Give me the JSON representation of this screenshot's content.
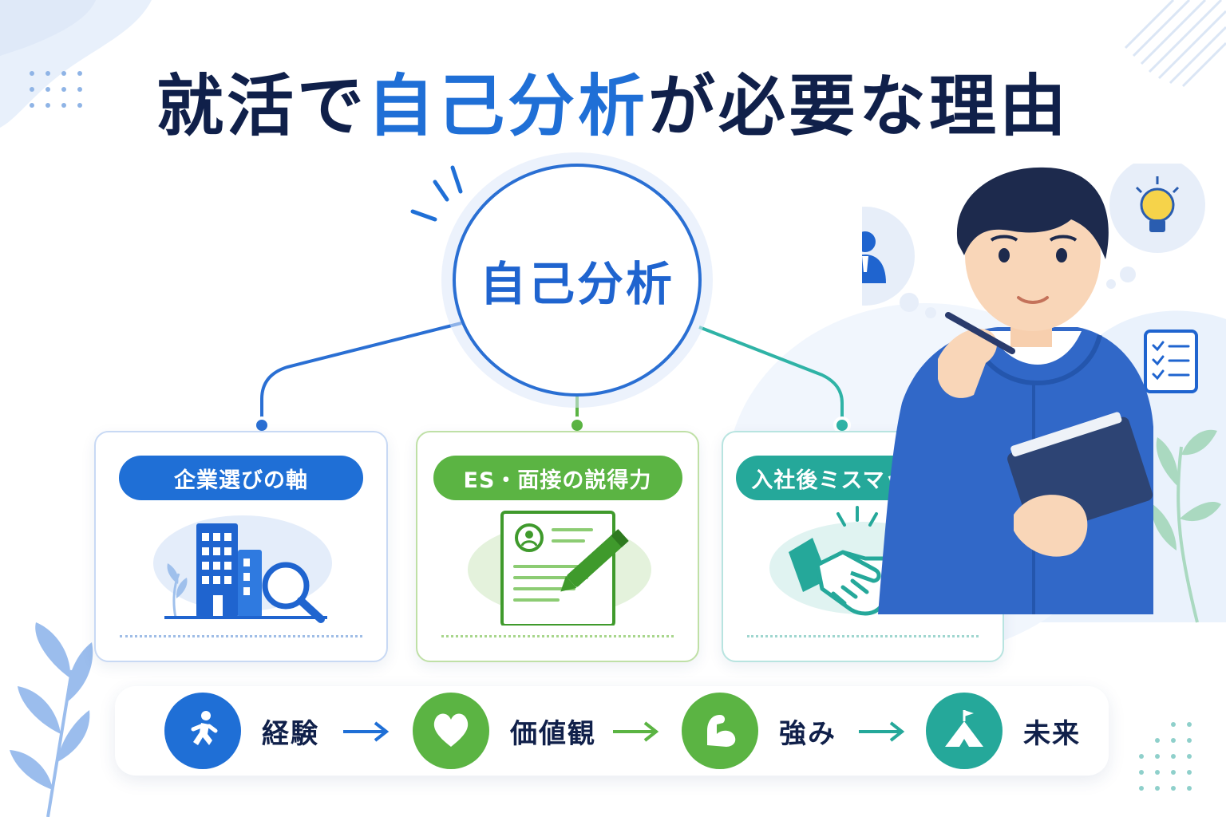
{
  "title": {
    "part1": "就活で",
    "highlight": "自己分析",
    "part2": "が必要な理由"
  },
  "center": {
    "label": "自己分析"
  },
  "cards": [
    {
      "label": "企業選びの軸",
      "icon": "building-search-icon",
      "color": "#1f6fd6"
    },
    {
      "label": "ES・面接の説得力",
      "icon": "resume-pen-icon",
      "color": "#5bb443"
    },
    {
      "label": "入社後ミスマッチ防止",
      "icon": "handshake-icon",
      "color": "#25a89a"
    }
  ],
  "flow": [
    {
      "label": "経験",
      "icon": "running-person-icon",
      "color": "#1f6fd6"
    },
    {
      "label": "価値観",
      "icon": "heart-icon",
      "color": "#5bb443"
    },
    {
      "label": "強み",
      "icon": "flexed-arm-icon",
      "color": "#5bb443"
    },
    {
      "label": "未来",
      "icon": "mountain-flag-icon",
      "color": "#25a89a"
    }
  ],
  "colors": {
    "navy": "#10204a",
    "blue": "#1f6fd6",
    "green": "#5bb443",
    "teal": "#25a89a"
  }
}
